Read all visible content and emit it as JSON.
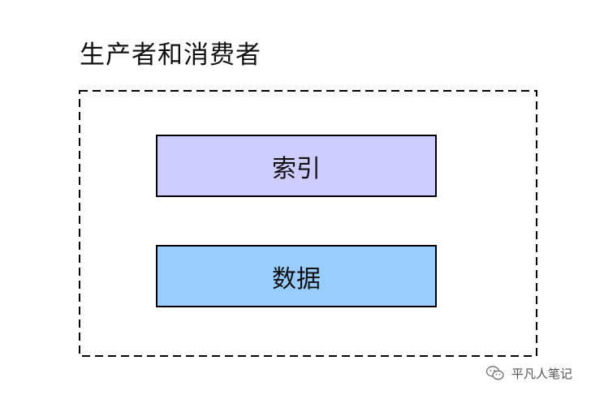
{
  "diagram": {
    "title": "生产者和消费者",
    "blocks": [
      {
        "label": "索引",
        "fill": "#ccccff"
      },
      {
        "label": "数据",
        "fill": "#99ccff"
      }
    ]
  },
  "watermark": {
    "text": "平凡人笔记",
    "icon": "wechat-icon"
  }
}
